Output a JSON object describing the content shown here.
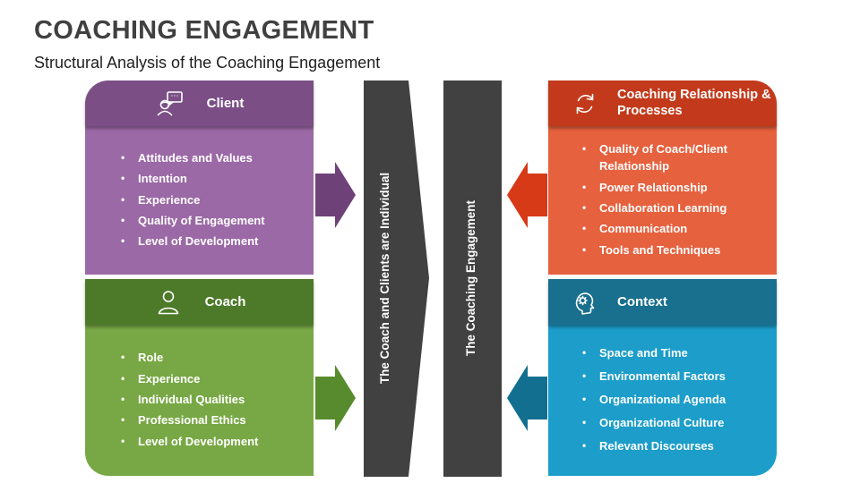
{
  "slide": {
    "title": "COACHING ENGAGEMENT",
    "subtitle": "Structural Analysis of the Coaching Engagement"
  },
  "center": {
    "bar_color": "#414141",
    "bar1_label": "The Coach and Clients are Individual",
    "bar2_label": "The Coaching Engagement"
  },
  "boxes": {
    "client": {
      "title": "Client",
      "icon": "person-chat-icon",
      "colors": {
        "header": "#7B4F86",
        "body": "#9B69A6",
        "arrow": "#6E4178"
      },
      "items": [
        "Attitudes and Values",
        "Intention",
        "Experience",
        "Quality of Engagement",
        "Level of Development"
      ]
    },
    "coach": {
      "title": "Coach",
      "icon": "person-icon",
      "colors": {
        "header": "#4D7A28",
        "body": "#78A845",
        "arrow": "#578B2D"
      },
      "items": [
        "Role",
        "Experience",
        "Individual Qualities",
        "Professional Ethics",
        "Level of Development"
      ]
    },
    "relationship": {
      "title": "Coaching Relationship & Processes",
      "icon": "cycle-arrows-icon",
      "colors": {
        "header": "#C23A1B",
        "body": "#E6613E",
        "arrow": "#D63A17"
      },
      "items": [
        "Quality of Coach/Client Relationship",
        "Power Relationship",
        "Collaboration Learning",
        "Communication",
        "Tools and Techniques"
      ]
    },
    "context": {
      "title": "Context",
      "icon": "thinking-head-icon",
      "colors": {
        "header": "#186F8E",
        "body": "#1C9DCA",
        "arrow": "#136F90"
      },
      "items": [
        "Space and Time",
        "Environmental Factors",
        "Organizational Agenda",
        "Organizational Culture",
        "Relevant Discourses"
      ]
    }
  }
}
